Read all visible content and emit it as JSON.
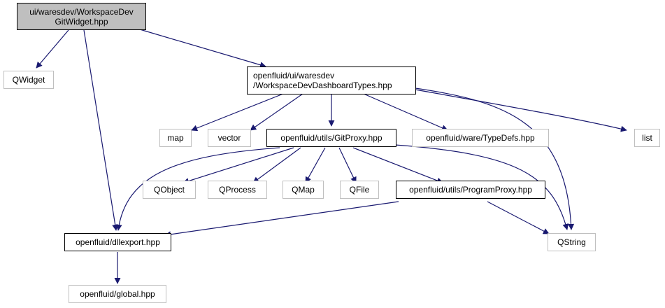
{
  "colors": {
    "edge": "#191970",
    "root_fill": "#bfbfbf",
    "node_border_documented": "#000000",
    "node_border_external": "#bfbfbf"
  },
  "nodes": {
    "root": {
      "line1": "ui/waresdev/WorkspaceDev",
      "line2": "GitWidget.hpp"
    },
    "qwidget": {
      "label": "QWidget"
    },
    "dashboard_types": {
      "line1": "openfluid/ui/waresdev",
      "line2": "/WorkspaceDevDashboardTypes.hpp"
    },
    "map": {
      "label": "map"
    },
    "vector": {
      "label": "vector"
    },
    "gitproxy": {
      "label": "openfluid/utils/GitProxy.hpp"
    },
    "typedefs": {
      "label": "openfluid/ware/TypeDefs.hpp"
    },
    "list": {
      "label": "list"
    },
    "qobject": {
      "label": "QObject"
    },
    "qprocess": {
      "label": "QProcess"
    },
    "qmap": {
      "label": "QMap"
    },
    "qfile": {
      "label": "QFile"
    },
    "programproxy": {
      "label": "openfluid/utils/ProgramProxy.hpp"
    },
    "dllexport": {
      "label": "openfluid/dllexport.hpp"
    },
    "qstring": {
      "label": "QString"
    },
    "global": {
      "label": "openfluid/global.hpp"
    }
  }
}
